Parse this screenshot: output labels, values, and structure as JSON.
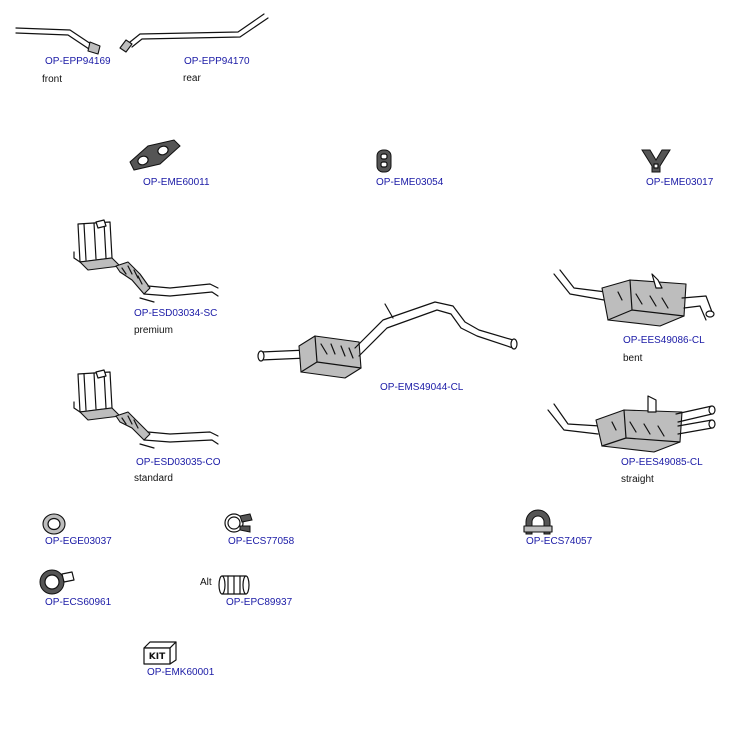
{
  "colors": {
    "part_code": "#1a1aa6",
    "note_text": "#111111",
    "line": "#111111",
    "fill_grey": "#bdbdbd"
  },
  "parts": {
    "epp94169": {
      "code": "OP-EPP94169",
      "note": "front",
      "icon": "front-pipe-icon"
    },
    "epp94170": {
      "code": "OP-EPP94170",
      "note": "rear",
      "icon": "rear-pipe-icon"
    },
    "eme60011": {
      "code": "OP-EME60011",
      "icon": "rubber-mount-plate-icon"
    },
    "eme03054": {
      "code": "OP-EME03054",
      "icon": "rubber-hanger-icon"
    },
    "eme03017": {
      "code": "OP-EME03017",
      "icon": "v-hanger-icon"
    },
    "esd03034": {
      "code": "OP-ESD03034-SC",
      "note": "premium",
      "icon": "catalytic-converter-icon"
    },
    "esd03035": {
      "code": "OP-ESD03035-CO",
      "note": "standard",
      "icon": "catalytic-converter-icon"
    },
    "ems49044": {
      "code": "OP-EMS49044-CL",
      "icon": "centre-silencer-icon"
    },
    "ees49086": {
      "code": "OP-EES49086-CL",
      "note": "bent",
      "icon": "rear-silencer-bent-icon"
    },
    "ees49085": {
      "code": "OP-EES49085-CL",
      "note": "straight",
      "icon": "rear-silencer-straight-icon"
    },
    "ege03037": {
      "code": "OP-EGE03037",
      "icon": "gasket-ring-icon"
    },
    "ecs77058": {
      "code": "OP-ECS77058",
      "icon": "clamp-icon"
    },
    "ecs74057": {
      "code": "OP-ECS74057",
      "icon": "u-bolt-clamp-icon"
    },
    "ecs60961": {
      "code": "OP-ECS60961",
      "icon": "band-clamp-icon"
    },
    "epc89937": {
      "code": "OP-EPC89937",
      "note": "Alt",
      "icon": "pipe-connector-icon"
    },
    "emk60001": {
      "code": "OP-EMK60001",
      "icon": "fitting-kit-box-icon",
      "box_label": "KIT"
    }
  }
}
